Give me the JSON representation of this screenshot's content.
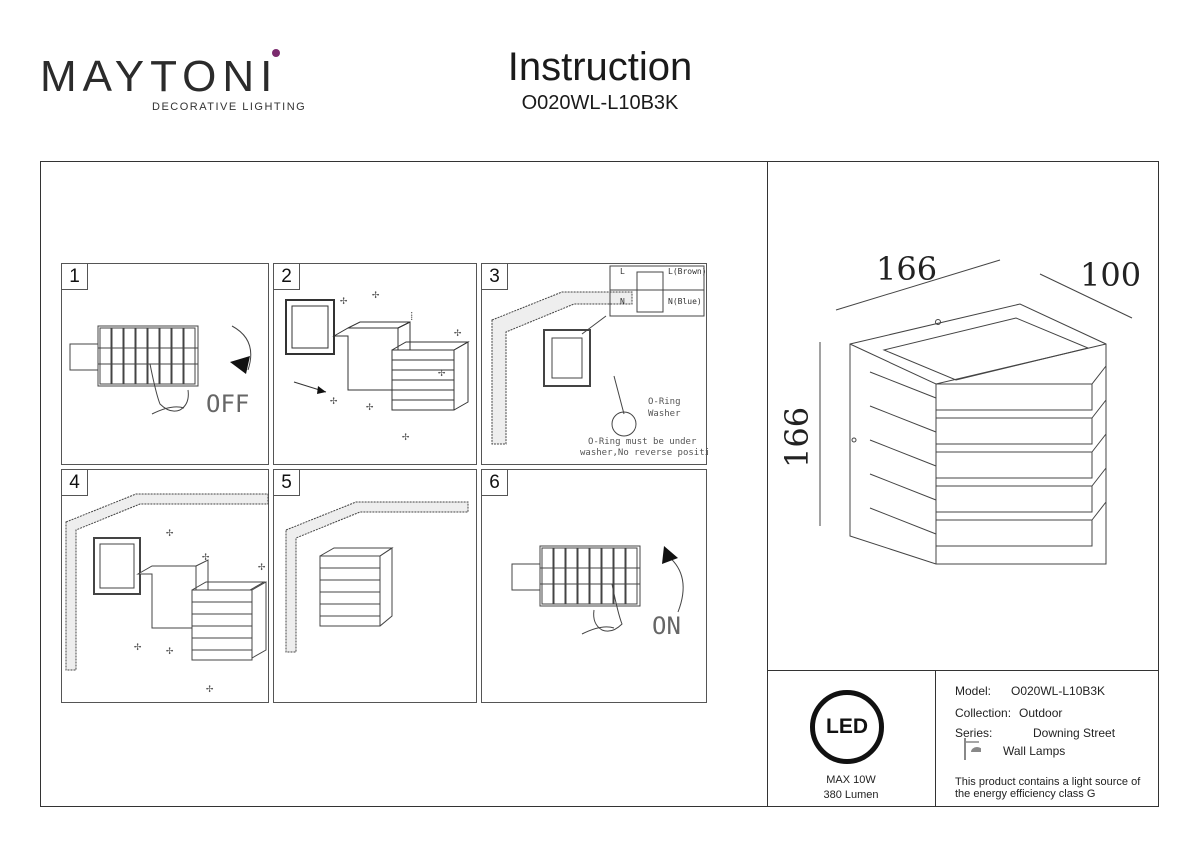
{
  "brand": {
    "name": "MAYTONI",
    "tagline": "DECORATIVE LIGHTING",
    "accent": "#7b2a6e"
  },
  "header": {
    "title": "Instruction",
    "model": "O020WL-L10B3K"
  },
  "steps": [
    {
      "num": "1",
      "label": "OFF"
    },
    {
      "num": "2"
    },
    {
      "num": "3",
      "terminal_l": "L",
      "terminal_n": "N",
      "l_wire": "L(Brown)",
      "n_wire": "N(Blue)",
      "oring": "O-Ring",
      "washer": "Washer",
      "note1": "O-Ring must be under",
      "note2": "washer,No reverse position"
    },
    {
      "num": "4"
    },
    {
      "num": "5"
    },
    {
      "num": "6",
      "label": "ON"
    }
  ],
  "dimensions": {
    "width": "166",
    "depth": "100",
    "height": "166"
  },
  "led": {
    "badge": "LED",
    "power": "MAX 10W",
    "lumen": "380 Lumen"
  },
  "specs": {
    "model_label": "Model:",
    "model_value": "O020WL-L10B3K",
    "collection_label": "Collection:",
    "collection_value": "Outdoor",
    "series_label": "Series:",
    "series_value": "Downing Street",
    "type_value": "Wall Lamps",
    "type_icon": "wall-lamp-icon"
  },
  "energy_note": "This product contains a light source of the energy efficiency class G"
}
